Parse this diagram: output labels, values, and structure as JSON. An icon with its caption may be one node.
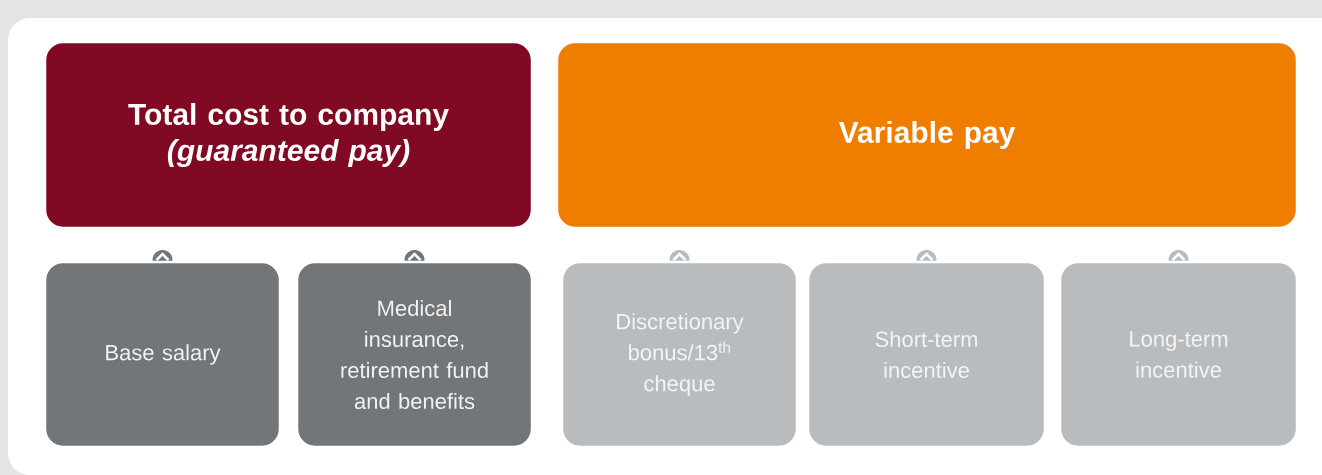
{
  "diagram": {
    "nodes": [
      {
        "text": [
          "Total cost to company",
          "(guaranteed pay)"
        ]
      },
      {
        "text": [
          "Variable pay"
        ]
      },
      {
        "text": [
          "Base salary"
        ]
      },
      {
        "text": [
          "Medical insurance, retirement fund and benefits"
        ]
      },
      {
        "text": [
          "Discretionary bonus/13$^{th}$ cheque"
        ]
      },
      {
        "text": [
          "Short-term incentive"
        ]
      },
      {
        "text": [
          "Long-term incentive"
        ]
      }
    ]
  }
}
